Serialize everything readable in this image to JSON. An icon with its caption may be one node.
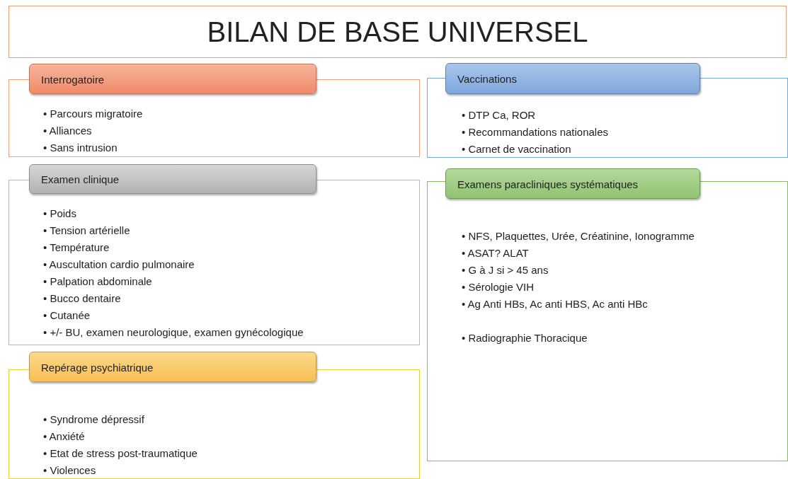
{
  "diagram": {
    "title": "BILAN DE BASE UNIVERSEL",
    "nodes": [
      {
        "text": [
          "Interrogatoire",
          "• Parcours migratoire",
          "• Alliances",
          "• Sans intrusion"
        ]
      },
      {
        "text": [
          "Examen clinique",
          "• Poids",
          "• Tension artérielle",
          "• Température",
          "• Auscultation cardio pulmonaire",
          "• Palpation abdominale",
          "• Bucco dentaire",
          "• Cutanée",
          "• +/- BU, examen neurologique, examen gynécologique"
        ]
      },
      {
        "text": [
          "Repérage psychiatrique",
          "• Syndrome dépressif",
          "• Anxiété",
          "• Etat de stress post-traumatique",
          "• Violences"
        ]
      },
      {
        "text": [
          "Vaccinations",
          "• DTP Ca, ROR",
          "• Recommandations nationales",
          "• Carnet de vaccination"
        ]
      },
      {
        "text": [
          "Examens paracliniques systématiques",
          "• NFS, Plaquettes, Urée, Créatinine, Ionogramme",
          "• ASAT? ALAT",
          "• G à J si > 45 ans",
          "• Sérologie VIH",
          "• Ag Anti HBs, Ac anti HBS, Ac anti HBc",
          "• Radiographie Thoracique"
        ]
      }
    ]
  }
}
